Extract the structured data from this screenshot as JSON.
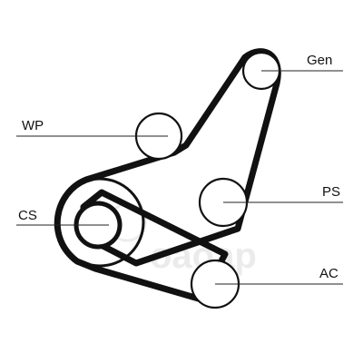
{
  "labels": {
    "gen": "Gen",
    "wp": "WP",
    "ps": "PS",
    "cs": "CS",
    "ac": "AC"
  },
  "watermark": "oaoap",
  "colors": {
    "belt": "#111111",
    "pulley": "#111111",
    "leader": "#222222",
    "background": "#ffffff"
  }
}
